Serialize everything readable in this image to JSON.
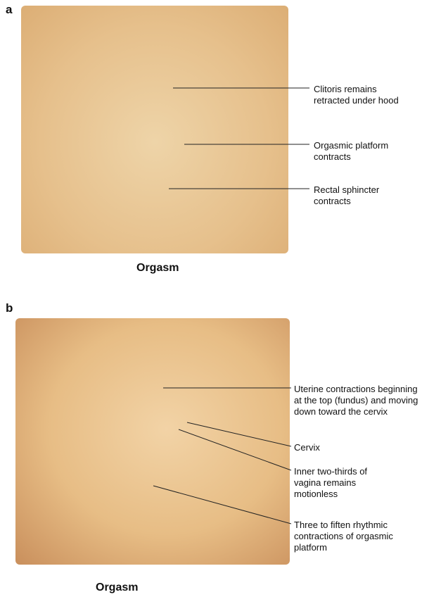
{
  "panel_a": {
    "letter": "a",
    "caption": "Orgasm",
    "labels": [
      "Clitoris remains\nretracted under hood",
      "Orgasmic platform\ncontracts",
      "Rectal sphincter\ncontracts"
    ]
  },
  "panel_b": {
    "letter": "b",
    "caption": "Orgasm",
    "labels": [
      "Uterine contractions beginning\nat the top (fundus) and moving\ndown toward the cervix",
      "Cervix",
      "Inner two-thirds of\nvagina remains\nmotionless",
      "Three to fiften rhythmic\ncontractions of orgasmic\nplatform"
    ]
  },
  "colors": {
    "skin": "#e6c08c",
    "leader": "#222222"
  }
}
